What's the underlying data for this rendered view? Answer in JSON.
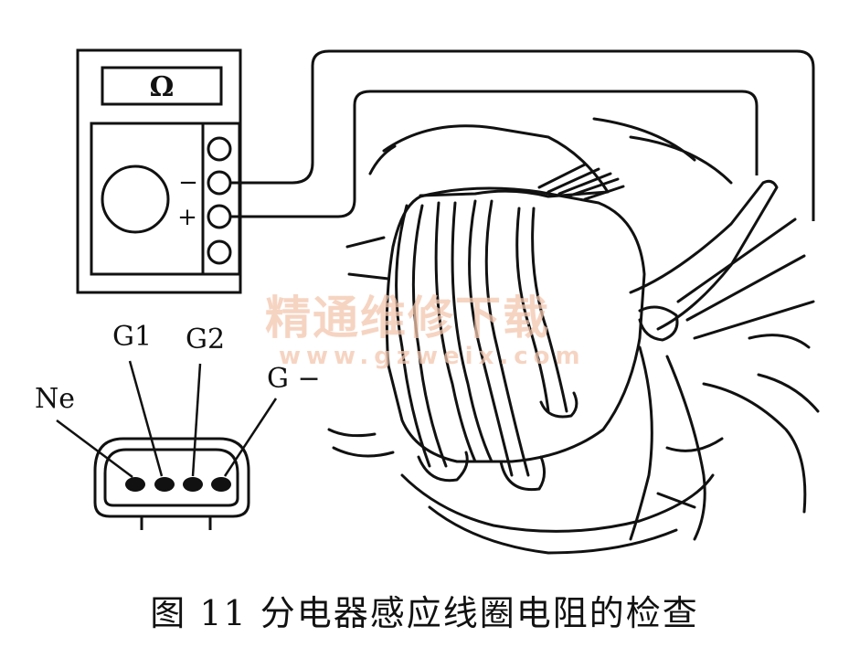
{
  "meter": {
    "display_symbol": "Ω",
    "minus_label": "−",
    "plus_label": "+"
  },
  "connector": {
    "pins": [
      "Ne",
      "G1",
      "G2",
      "G −"
    ]
  },
  "watermark": {
    "line1": "精通维修下载",
    "line2": "www.gzweix.com"
  },
  "caption": "图 11 分电器感应线圈电阻的检查"
}
